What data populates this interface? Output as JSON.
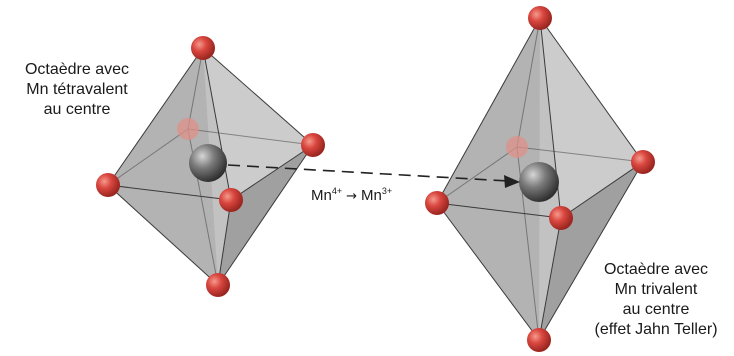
{
  "left_octahedron": {
    "caption": [
      "Octaèdre avec",
      "Mn tétravalent",
      "au centre"
    ]
  },
  "right_octahedron": {
    "caption": [
      "Octaèdre avec",
      "Mn trivalent",
      "au centre",
      "(effet Jahn Teller)"
    ]
  },
  "transition": {
    "from_base": "Mn",
    "from_charge": "4+",
    "arrow": "→",
    "to_base": "Mn",
    "to_charge": "3+"
  },
  "colors": {
    "oxygen_atom": "#d9463f",
    "manganese_atom": "#6b6b6b",
    "octahedron_face": "#9c9c9c",
    "edge": "#3a3a3a"
  }
}
